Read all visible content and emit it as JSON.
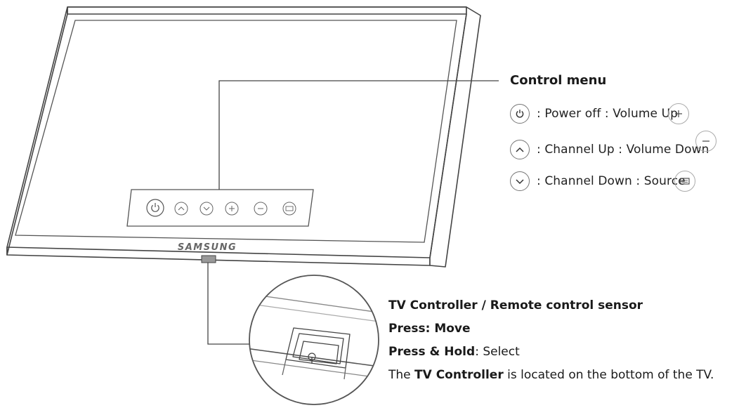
{
  "brand": "SAMSUNG",
  "control_menu": {
    "title": "Control menu",
    "items": [
      {
        "icon": "power-icon",
        "label": ": Power off : Volume Up"
      },
      {
        "icon": "chevron-up-icon",
        "label": ": Channel Up : Volume Down"
      },
      {
        "icon": "chevron-down-icon",
        "label": ": Channel Down : Source"
      }
    ],
    "extra_icons": [
      "plus-icon",
      "minus-icon",
      "source-icon"
    ]
  },
  "controller": {
    "title": "TV Controller / Remote control sensor",
    "press_label": "Press: Move",
    "hold_label": "Press & Hold",
    "hold_value": ": Select",
    "note_prefix": "The ",
    "note_bold": "TV Controller",
    "note_suffix": " is located on the bottom of the TV."
  },
  "colors": {
    "stroke": "#444444",
    "light_stroke": "#888888",
    "text": "#1a1a1a"
  }
}
